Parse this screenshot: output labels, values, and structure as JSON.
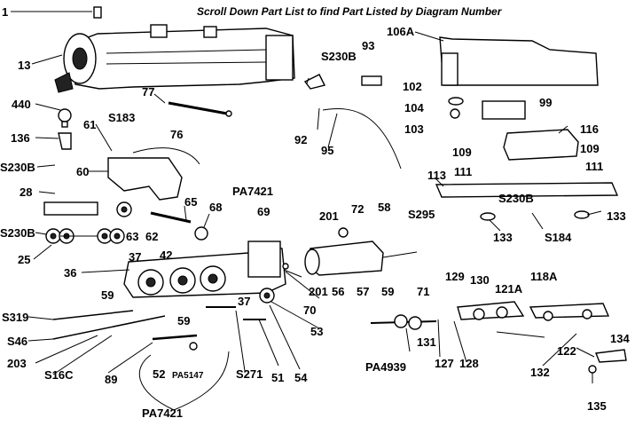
{
  "banner": "Scroll Down Part List to find Part Listed by Diagram Number",
  "labels": [
    "1",
    "13",
    "440",
    "136",
    "S230B",
    "28",
    "S230B",
    "25",
    "61",
    "S183",
    "77",
    "76",
    "60",
    "65",
    "68",
    "PA7421",
    "69",
    "62",
    "63",
    "36",
    "37",
    "42",
    "59",
    "59",
    "S319",
    "S46",
    "203",
    "S16C",
    "89",
    "52",
    "PA5147",
    "S271",
    "51",
    "54",
    "PA7421",
    "53",
    "37",
    "70",
    "201",
    "56",
    "57",
    "59",
    "71",
    "201",
    "72",
    "58",
    "S295",
    "S230B",
    "93",
    "92",
    "95",
    "106A",
    "102",
    "99",
    "104",
    "103",
    "116",
    "109",
    "109",
    "111",
    "111",
    "113",
    "S230B",
    "133",
    "S184",
    "133",
    "129",
    "130",
    "121A",
    "118A",
    "131",
    "127",
    "128",
    "PA4939",
    "122",
    "132",
    "134",
    "135"
  ]
}
